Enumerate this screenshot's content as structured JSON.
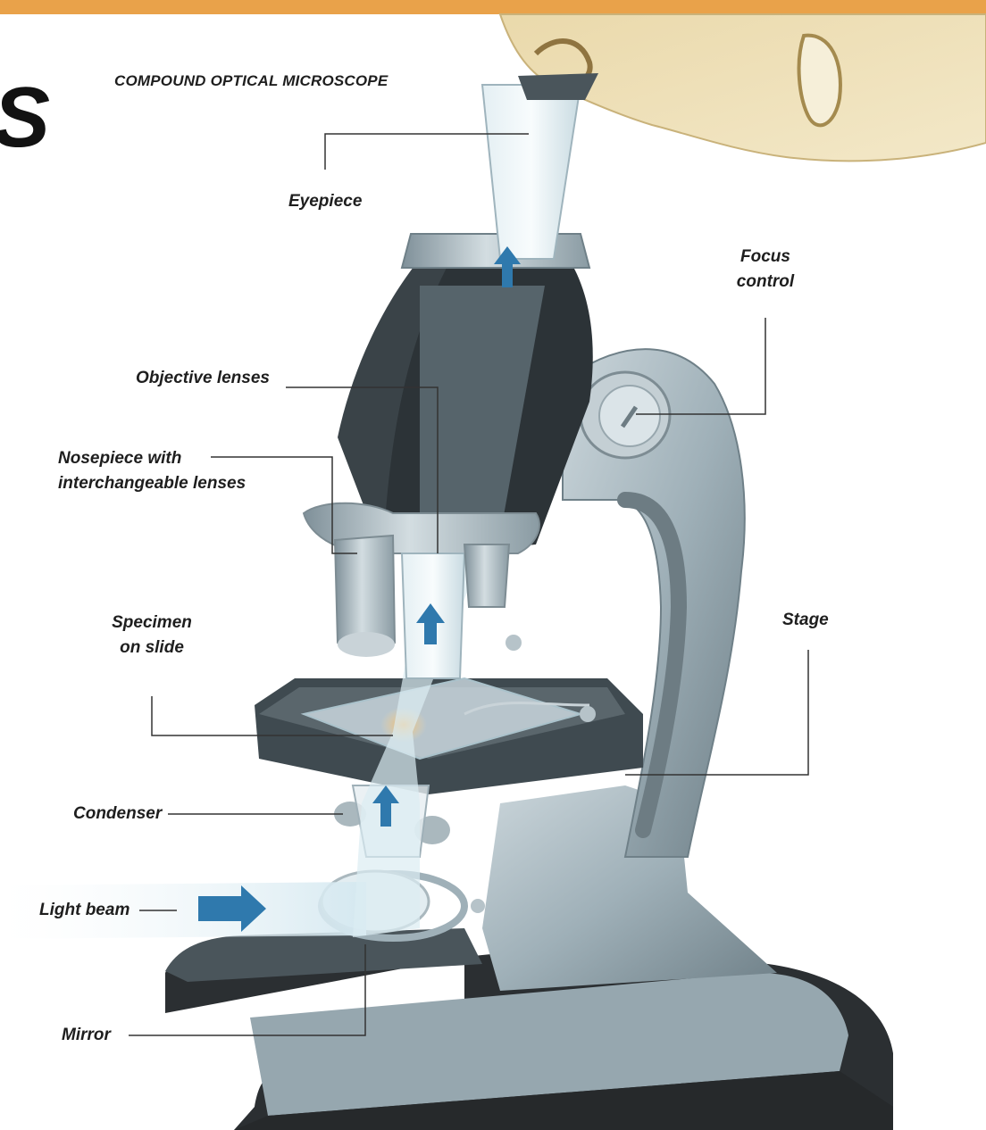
{
  "heading_fragment": "S",
  "diagram_title": "COMPOUND OPTICAL MICROSCOPE",
  "labels": {
    "eyepiece": "Eyepiece",
    "focus_control": "Focus\ncontrol",
    "objective_lenses": "Objective lenses",
    "nosepiece": "Nosepiece with\ninterchangeable lenses",
    "specimen": "Specimen\non slide",
    "stage": "Stage",
    "condenser": "Condenser",
    "light_beam": "Light beam",
    "mirror": "Mirror"
  },
  "colors": {
    "top_band": "#e9a24a",
    "face": "#e6d6a8",
    "metal_light": "#c8d3d8",
    "metal_mid": "#9fb0b8",
    "metal_dark": "#56646b",
    "barrel_dark": "#3a4348",
    "stage_dark": "#3f4a50",
    "base_dark": "#2b2f32",
    "light_beam": "#dfeef4",
    "arrow_blue": "#2f79ad",
    "specimen": "#f2c77a",
    "leader_line": "#333333"
  }
}
